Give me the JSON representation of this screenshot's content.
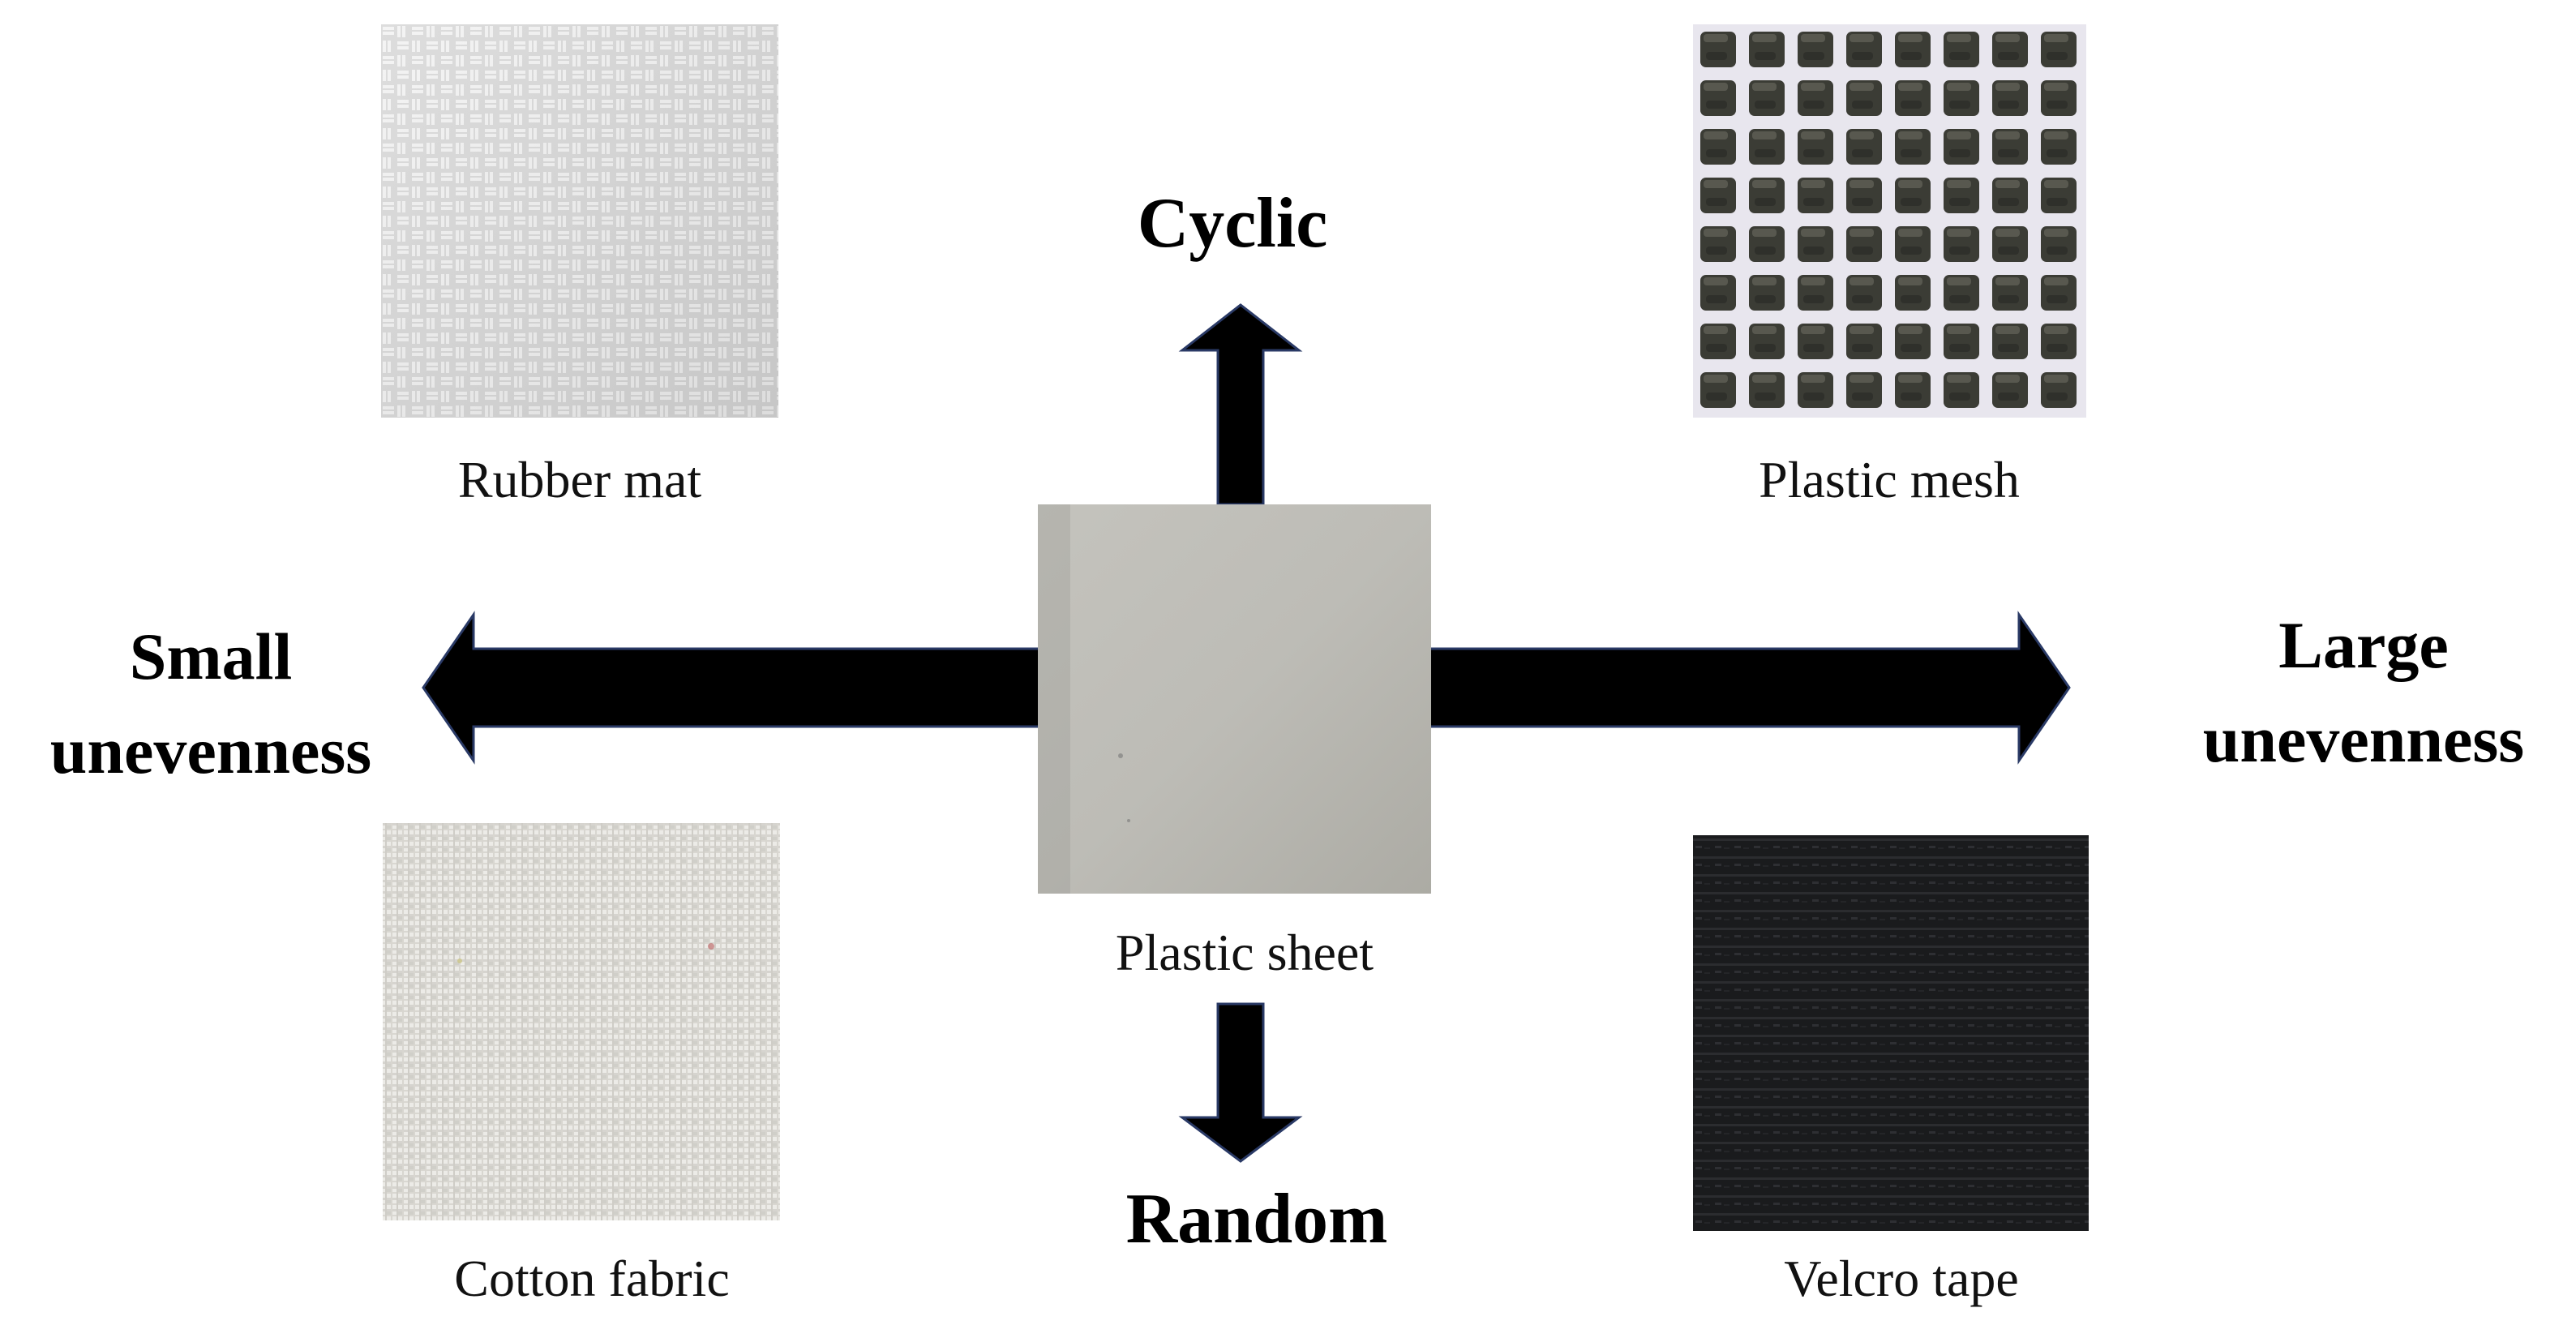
{
  "axes": {
    "top": "Cyclic",
    "bottom": "Random",
    "left_line1": "Small",
    "left_line2": "unevenness",
    "right_line1": "Large",
    "right_line2": "unevenness"
  },
  "samples": {
    "rubber_mat": {
      "caption": "Rubber mat",
      "color": "#d9d9d9"
    },
    "plastic_mesh": {
      "caption": "Plastic mesh",
      "color": "#3f3f38"
    },
    "cotton_fabric": {
      "caption": "Cotton fabric",
      "color": "#e4e2dd"
    },
    "velcro_tape": {
      "caption": "Velcro tape",
      "color": "#1b1c1e"
    },
    "plastic_sheet": {
      "caption": "Plastic sheet",
      "color": "#b9b8b2"
    }
  },
  "colors": {
    "arrow_fill": "#000000",
    "arrow_outline": "#2a3a66"
  }
}
